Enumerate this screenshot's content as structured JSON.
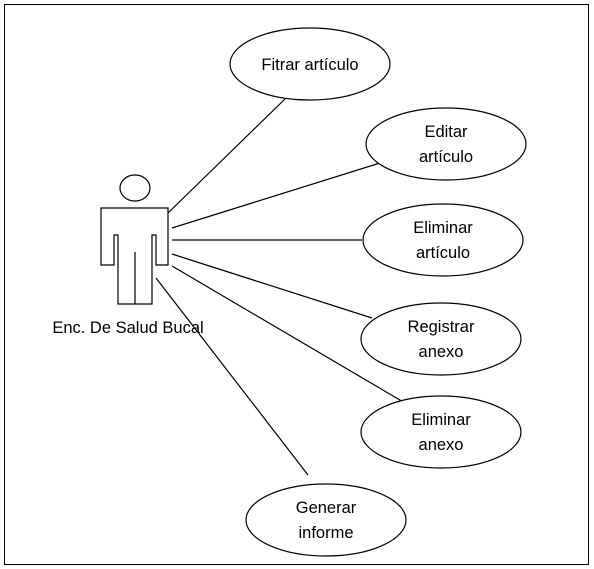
{
  "actor": {
    "name": "Enc. De Salud Bucal"
  },
  "use_cases": [
    {
      "id": "filtrar-articulo",
      "lines": [
        "Fitrar artículo"
      ]
    },
    {
      "id": "editar-articulo",
      "lines": [
        "Editar",
        "artículo"
      ]
    },
    {
      "id": "eliminar-articulo",
      "lines": [
        "Eliminar",
        "artículo"
      ]
    },
    {
      "id": "registrar-anexo",
      "lines": [
        "Registrar",
        "anexo"
      ]
    },
    {
      "id": "eliminar-anexo",
      "lines": [
        "Eliminar",
        "anexo"
      ]
    },
    {
      "id": "generar-informe",
      "lines": [
        "Generar",
        "informe"
      ]
    }
  ],
  "colors": {
    "stroke": "#000000",
    "fill": "#ffffff"
  }
}
